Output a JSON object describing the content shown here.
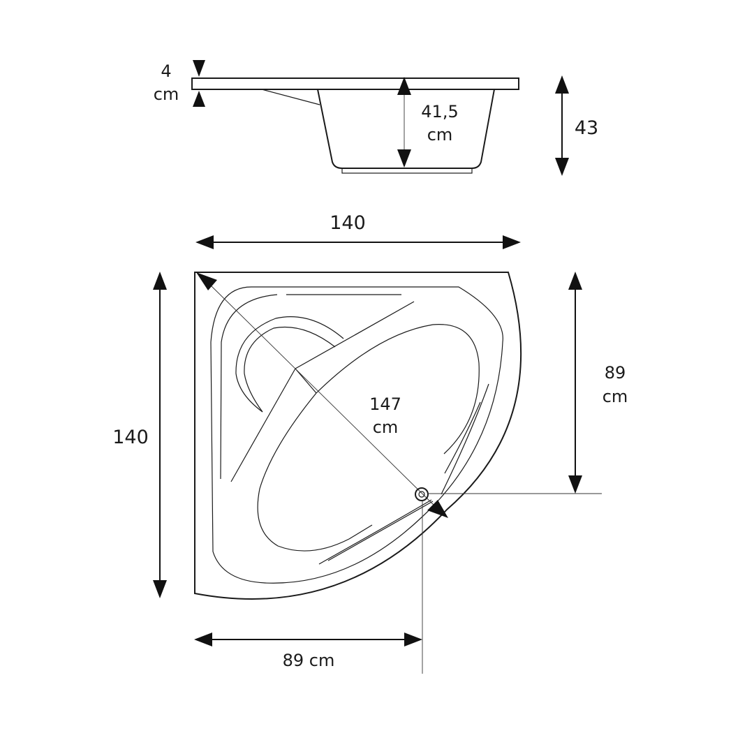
{
  "colors": {
    "ink": "#1a1a1a",
    "background": "#ffffff"
  },
  "side_view": {
    "rim_thickness": {
      "value": "4",
      "unit": "cm"
    },
    "inner_depth": {
      "value": "41,5",
      "unit": "cm"
    },
    "total_height": {
      "value": "43"
    }
  },
  "top_view": {
    "width": "140",
    "depth": "140",
    "diagonal": {
      "value": "147",
      "unit": "cm"
    },
    "drain_offset_vertical": {
      "value": "89",
      "unit": "cm"
    },
    "drain_offset_horizontal": "89 cm"
  }
}
